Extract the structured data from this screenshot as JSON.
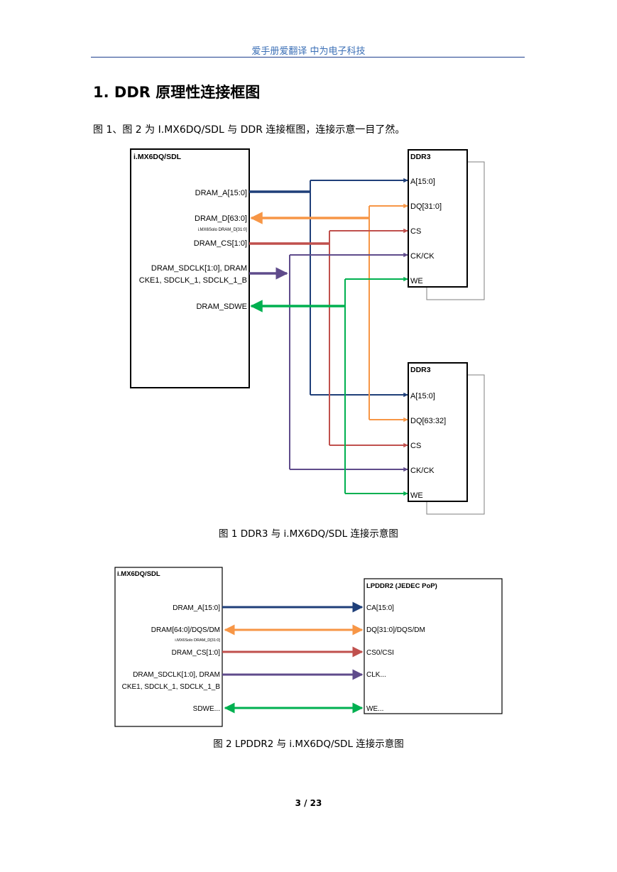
{
  "header": {
    "text": "爱手册爱翻译  中为电子科技"
  },
  "section": {
    "heading": "1. DDR 原理性连接框图",
    "intro": "图 1、图 2 为 I.MX6DQ/SDL 与 DDR 连接框图，连接示意一目了然。"
  },
  "figure1": {
    "caption": "图 1 DDR3 与 i.MX6DQ/SDL 连接示意图",
    "soc_title": "i.MX6DQ/SDL",
    "soc_signals": {
      "addr": "DRAM_A[15:0]",
      "data": "DRAM_D[63:0]",
      "data_note": "i.MX6Solo DRAM_D[31:0]",
      "cs": "DRAM_CS[1:0]",
      "clk_line1": "DRAM_SDCLK[1:0], DRAM",
      "clk_line2": "CKE1, SDCLK_1, SDCLK_1_B",
      "we": "DRAM_SDWE"
    },
    "ddr_top": {
      "title": "DDR3",
      "pins": {
        "a": "A[15:0]",
        "dq": "DQ[31:0]",
        "cs": "CS",
        "ck": "CK/CK",
        "we": "WE"
      }
    },
    "ddr_bottom": {
      "title": "DDR3",
      "pins": {
        "a": "A[15:0]",
        "dq": "DQ[63:32]",
        "cs": "CS",
        "ck": "CK/CK",
        "we": "WE"
      }
    }
  },
  "figure2": {
    "caption": "图 2 LPDDR2 与 i.MX6DQ/SDL 连接示意图",
    "soc_title": "i.MX6DQ/SDL",
    "soc_signals": {
      "addr": "DRAM_A[15:0]",
      "data": "DRAM[64:0]/DQS/DM",
      "data_note": "i.MX6Solo DRAM_D[31:0]",
      "cs": "DRAM_CS[1:0]",
      "clk_line1": "DRAM_SDCLK[1:0], DRAM",
      "clk_line2": "CKE1, SDCLK_1, SDCLK_1_B",
      "we": "SDWE..."
    },
    "mem_title": "LPDDR2 (JEDEC PoP)",
    "mem_pins": {
      "ca": "CA[15:0]",
      "dq": "DQ[31:0]/DQS/DM",
      "cs": "CS0/CSI",
      "clk": "CLK...",
      "we": "WE..."
    }
  },
  "colors": {
    "address": "#1f3f79",
    "data": "#f79646",
    "chip_select": "#c0504d",
    "clock": "#5f4b8b",
    "write_enable": "#00b050",
    "header_text": "#3b6fb6",
    "header_rule": "#1f3f8f"
  },
  "footer": {
    "page": "3 / 23"
  }
}
